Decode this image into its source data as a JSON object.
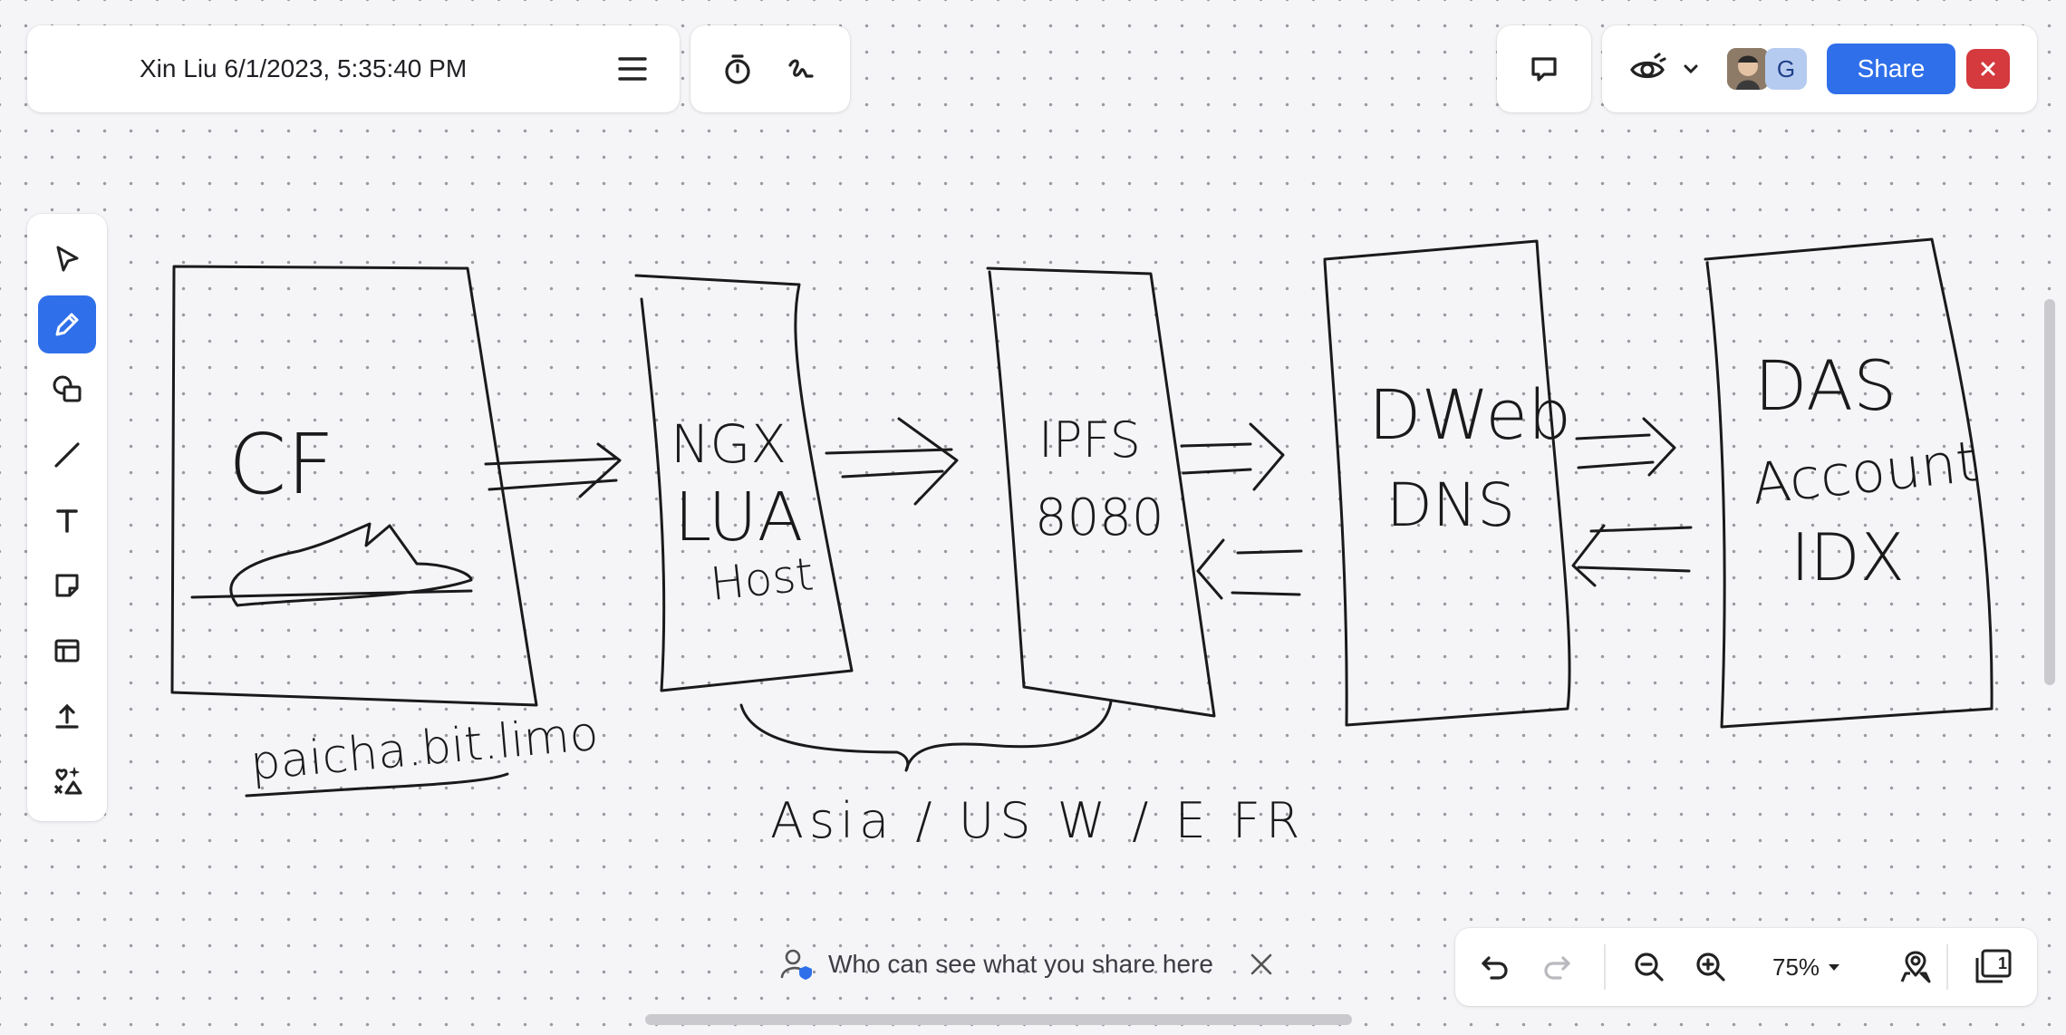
{
  "header": {
    "title": "Xin Liu 6/1/2023, 5:35:40 PM"
  },
  "top_tools": {
    "timer_icon": "timer-icon",
    "freehand_icon": "freehand-icon"
  },
  "collaborators": {
    "avatar_initial": "G",
    "share_label": "Share"
  },
  "whiteboard_text": {
    "box1": "CF",
    "box1_url": "paicha.bit.limo",
    "box2_line1": "NGX",
    "box2_line2": "LUA",
    "box2_line3": "Host",
    "box3_line1": "IPFS",
    "box3_line2": "8080",
    "box4_line1": "DWeb",
    "box4_line2": "DNS",
    "box5_line1": "DAS",
    "box5_line2": "Account",
    "box5_line3": "IDX",
    "regions": "Asia / US W / E FR"
  },
  "notice": {
    "text": "Who can see what you share here"
  },
  "bottom_bar": {
    "zoom_level": "75%",
    "pages_count": "1"
  }
}
